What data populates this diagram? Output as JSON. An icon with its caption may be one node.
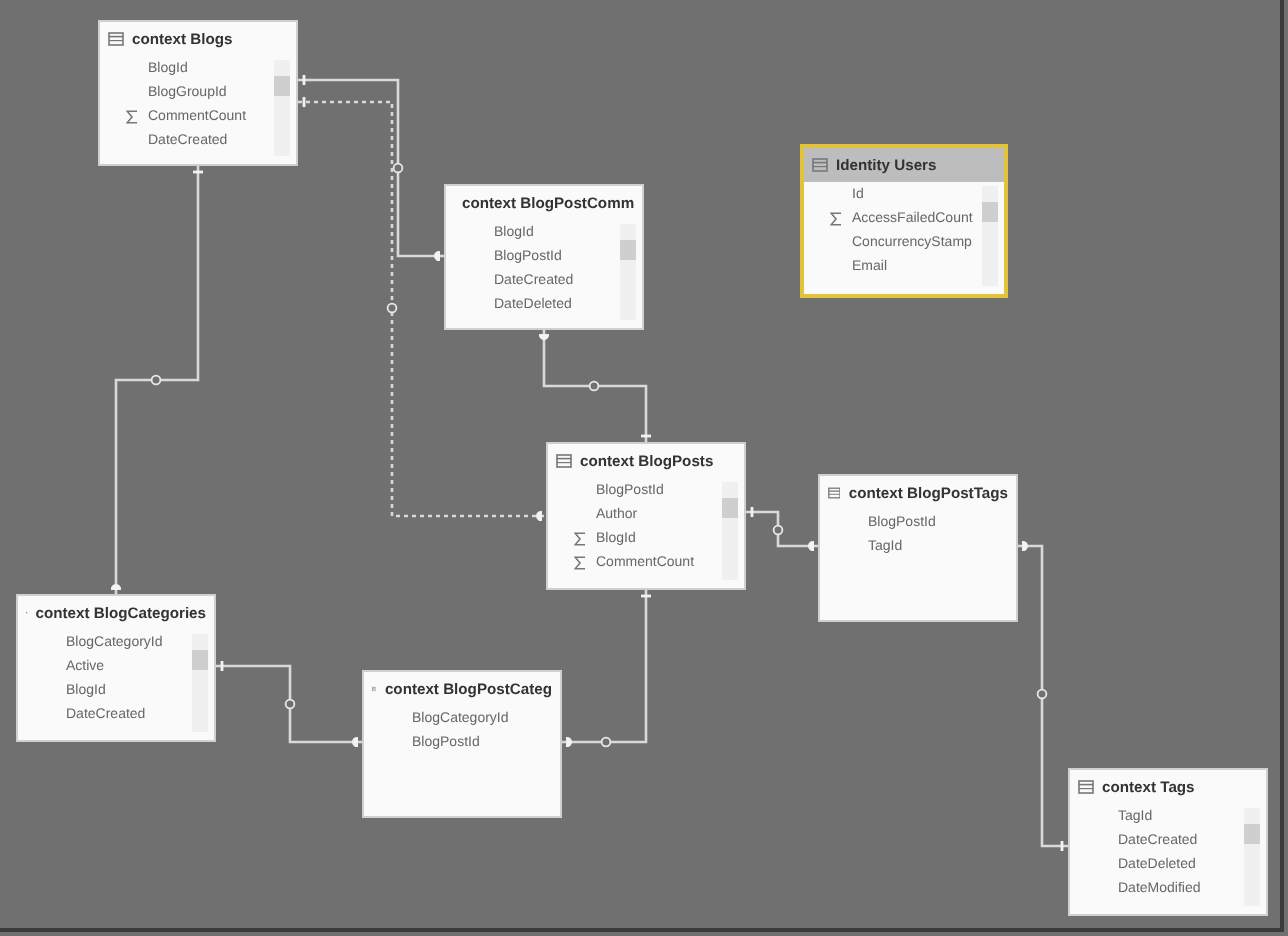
{
  "diagram": {
    "nodes": [
      {
        "text": [
          "context Blogs",
          "BlogId",
          "BlogGroupId",
          "CommentCount",
          "DateCreated"
        ]
      },
      {
        "text": [
          "context BlogPostComm",
          "BlogId",
          "BlogPostId",
          "DateCreated",
          "DateDeleted"
        ]
      },
      {
        "text": [
          "Identity Users",
          "Id",
          "AccessFailedCount",
          "ConcurrencyStamp",
          "Email"
        ]
      },
      {
        "text": [
          "context BlogPosts",
          "BlogPostId",
          "Author",
          "BlogId",
          "CommentCount"
        ]
      },
      {
        "text": [
          "context BlogPostTags",
          "BlogPostId",
          "TagId"
        ]
      },
      {
        "text": [
          "context BlogCategories",
          "BlogCategoryId",
          "Active",
          "BlogId",
          "DateCreated"
        ]
      },
      {
        "text": [
          "context BlogPostCateg",
          "BlogCategoryId",
          "BlogPostId"
        ]
      },
      {
        "text": [
          "context Tags",
          "TagId",
          "DateCreated",
          "DateDeleted",
          "DateModified"
        ]
      }
    ],
    "edges": [
      {
        "from": 0,
        "to": 1,
        "arrow": "other"
      },
      {
        "from": 0,
        "to": 3,
        "arrow": "other",
        "style": "dashed"
      },
      {
        "from": 0,
        "to": 5,
        "arrow": "other"
      },
      {
        "from": 3,
        "to": 1,
        "arrow": "other"
      },
      {
        "from": 3,
        "to": 4,
        "arrow": "other"
      },
      {
        "from": 7,
        "to": 4,
        "arrow": "other"
      },
      {
        "from": 5,
        "to": 6,
        "arrow": "other"
      },
      {
        "from": 3,
        "to": 6,
        "arrow": "other"
      }
    ]
  }
}
